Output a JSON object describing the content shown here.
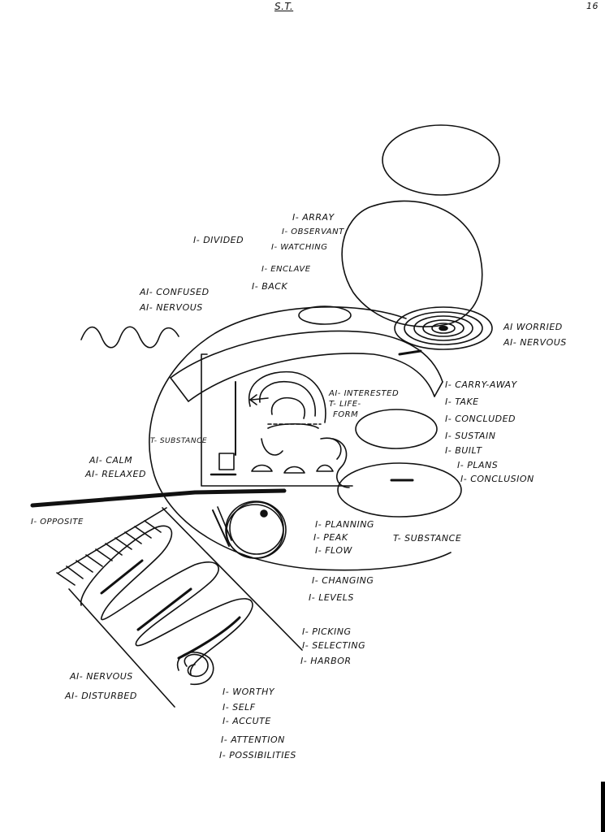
{
  "header": {
    "title": "S.T.",
    "page_number": "16"
  },
  "labels": {
    "array": "I- ARRAY",
    "observant": "I- OBSERVANT",
    "divided": "I- DIVIDED",
    "watching": "I- WATCHING",
    "enclave": "I- ENCLAVE",
    "back": "I- BACK",
    "ai_confused": "AI- CONFUSED",
    "ai_nervous_left": "AI- NERVOUS",
    "ai_worried": "AI WORRIED",
    "ai_nervous_right": "AI- NERVOUS",
    "ai_interested": "AI- INTERESTED",
    "t_life": "T- LIFE-",
    "form": "FORM",
    "carry_away": "I- CARRY-AWAY",
    "take": "I- TAKE",
    "concluded": "I- CONCLUDED",
    "sustain": "I- SUSTAIN",
    "built": "I- BUILT",
    "plans": "I- PLANS",
    "conclusion": "I- CONCLUSION",
    "t_substance_inner": "T- SUBSTANCE",
    "ai_calm": "AI- CALM",
    "ai_relaxed": "AI- RELAXED",
    "opposite": "I- OPPOSITE",
    "planning": "I- PLANNING",
    "peak": "I- PEAK",
    "flow": "I- FLOW",
    "t_substance_right": "T- SUBSTANCE",
    "changing": "I- CHANGING",
    "levels": "I- LEVELS",
    "picking": "I- PICKING",
    "selecting": "I- SELECTING",
    "harbor": "I- HARBOR",
    "ai_nervous_bottom": "AI- NERVOUS",
    "ai_disturbed": "AI- DISTURBED",
    "worthy": "I- WORTHY",
    "self": "I- SELF",
    "accute": "I- ACCUTE",
    "attention": "I- ATTENTION",
    "possibilities": "I- POSSIBILITIES"
  }
}
